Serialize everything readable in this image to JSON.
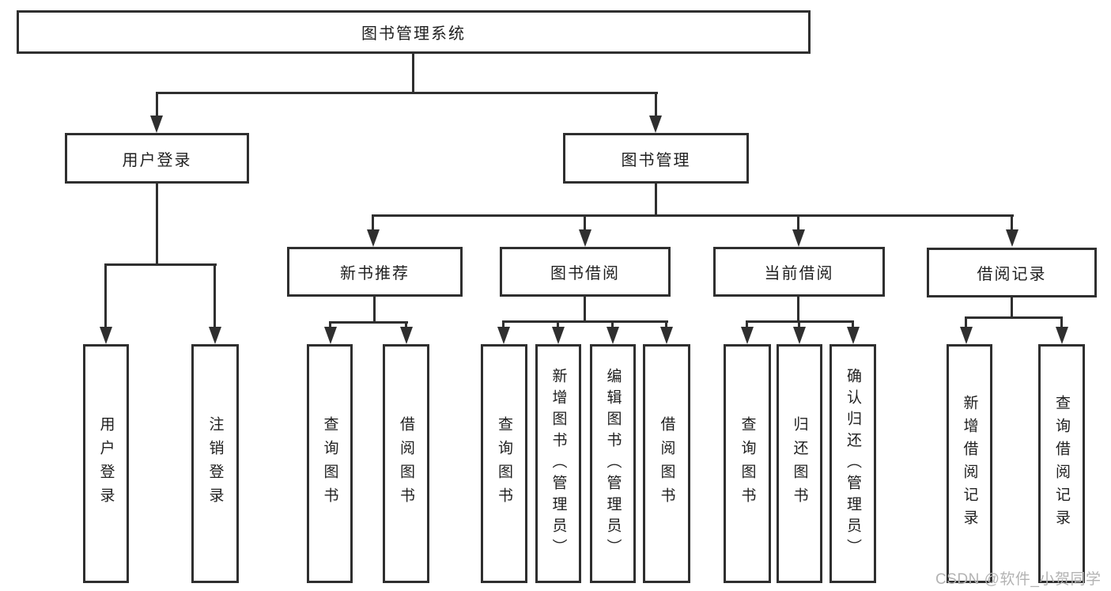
{
  "diagram": {
    "type": "tree",
    "root": {
      "label": "图书管理系统"
    },
    "level2": [
      {
        "id": "user-login",
        "label": "用户登录",
        "parent": "图书管理系统"
      },
      {
        "id": "book-management",
        "label": "图书管理",
        "parent": "图书管理系统"
      }
    ],
    "level3": [
      {
        "id": "new-book-recommend",
        "label": "新书推荐",
        "parent": "图书管理"
      },
      {
        "id": "book-borrowing",
        "label": "图书借阅",
        "parent": "图书管理"
      },
      {
        "id": "current-borrowing",
        "label": "当前借阅",
        "parent": "图书管理"
      },
      {
        "id": "borrowing-records",
        "label": "借阅记录",
        "parent": "图书管理"
      }
    ],
    "leaves": [
      {
        "label": "用户登录",
        "parent": "用户登录"
      },
      {
        "label": "注销登录",
        "parent": "用户登录"
      },
      {
        "label": "查询图书",
        "parent": "新书推荐"
      },
      {
        "label": "借阅图书",
        "parent": "新书推荐"
      },
      {
        "label": "查询图书",
        "parent": "图书借阅"
      },
      {
        "label": "新增图书（管理员）",
        "parent": "图书借阅"
      },
      {
        "label": "编辑图书（管理员）",
        "parent": "图书借阅"
      },
      {
        "label": "借阅图书",
        "parent": "图书借阅"
      },
      {
        "label": "查询图书",
        "parent": "当前借阅"
      },
      {
        "label": "归还图书",
        "parent": "当前借阅"
      },
      {
        "label": "确认归还（管理员）",
        "parent": "当前借阅"
      },
      {
        "label": "新增借阅记录",
        "parent": "借阅记录"
      },
      {
        "label": "查询借阅记录",
        "parent": "借阅记录"
      }
    ],
    "colors": {
      "line": "#2f2f2f",
      "text": "#1f1f1f",
      "background": "#ffffff",
      "watermark": "#b3b3b3"
    }
  },
  "watermark": {
    "text": "CSDN @软件_小贺同学"
  }
}
